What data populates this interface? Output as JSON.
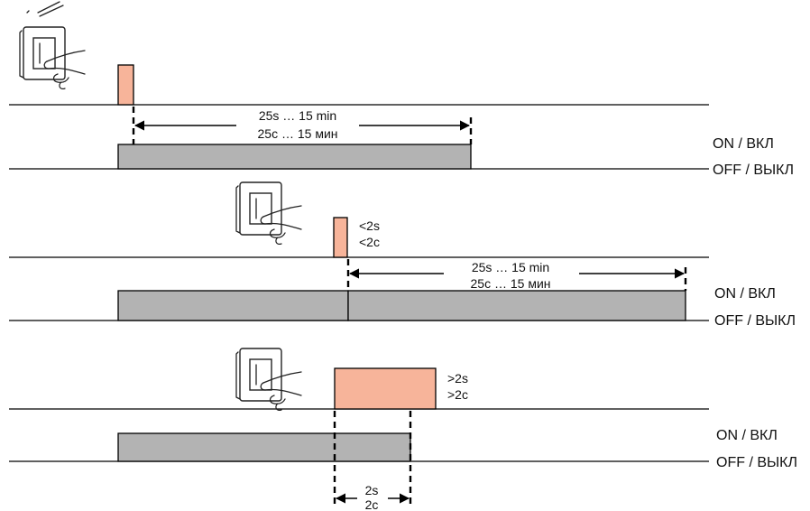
{
  "colors": {
    "press": "#f7b49a",
    "on_state": "#b3b3b3",
    "line": "#000000"
  },
  "icons": [
    "hand-pressing-switch-icon"
  ],
  "labels": {
    "on": "ON / ВКЛ",
    "off": "OFF / ВЫКЛ"
  },
  "scenarios": [
    {
      "timer_en": "25s … 15 min",
      "timer_ru": "25с … 15 мин"
    },
    {
      "press_en": "<2s",
      "press_ru": "<2с",
      "timer_en": "25s … 15 min",
      "timer_ru": "25с … 15 мин"
    },
    {
      "press_en": ">2s",
      "press_ru": ">2с",
      "delay_en": "2s",
      "delay_ru": "2c"
    }
  ]
}
